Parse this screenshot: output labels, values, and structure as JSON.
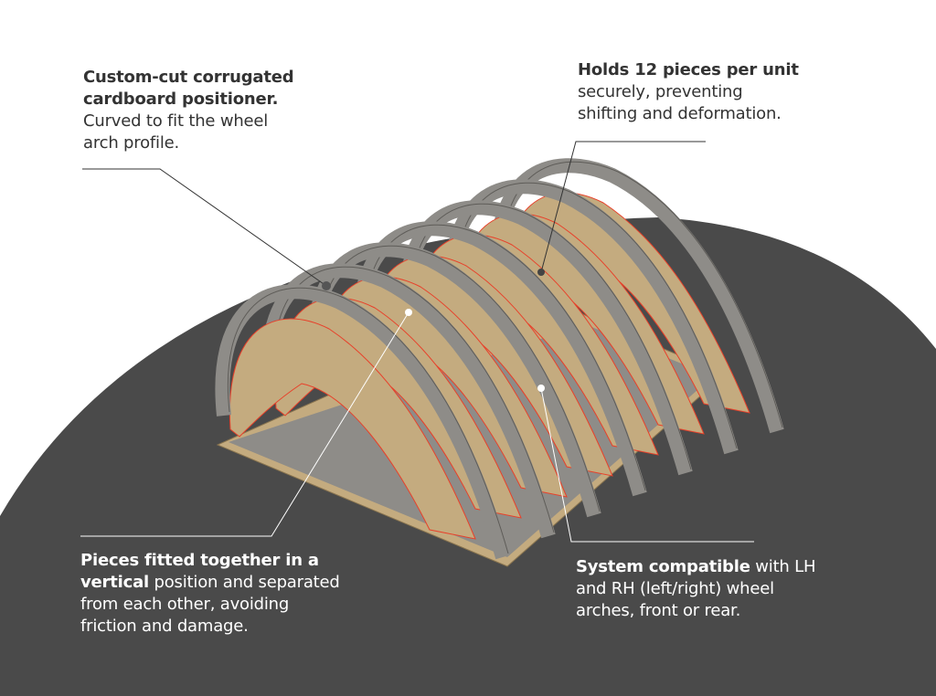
{
  "colors": {
    "background_shape": "#4a4a4a",
    "arch_gray": "#8e8c88",
    "cardboard_tan": "#c4ab7f",
    "accent_red": "#e8402a"
  },
  "callouts": {
    "positioner": {
      "bold": "Custom-cut corrugated cardboard positioner.",
      "text": "Curved to fit the wheel arch profile."
    },
    "capacity": {
      "bold": "Holds 12 pieces per unit",
      "text": "securely, preventing shifting and deformation."
    },
    "vertical": {
      "bold_1": "Pieces fitted together in a",
      "bold_2": "vertical",
      "text": "position and separated from each other, avoiding friction and damage."
    },
    "compatible": {
      "bold": "System compatible",
      "text": "with LH and RH (left/right) wheel arches, front or rear."
    }
  }
}
